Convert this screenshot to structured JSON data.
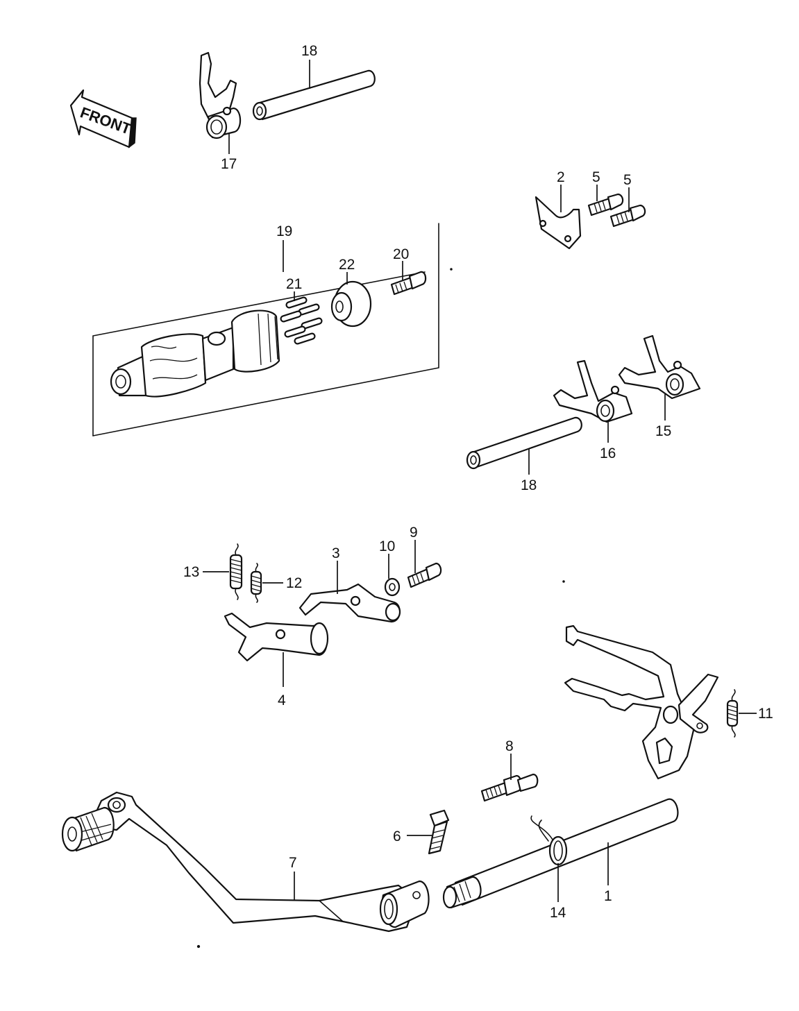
{
  "front_label": "FRONT",
  "callouts": {
    "c1": "1",
    "c2": "2",
    "c3": "3",
    "c4": "4",
    "c5a": "5",
    "c5b": "5",
    "c6": "6",
    "c7": "7",
    "c8": "8",
    "c9": "9",
    "c10": "10",
    "c11": "11",
    "c12": "12",
    "c13": "13",
    "c14": "14",
    "c15": "15",
    "c16": "16",
    "c17": "17",
    "c18a": "18",
    "c18b": "18",
    "c19": "19",
    "c20": "20",
    "c21": "21",
    "c22": "22"
  }
}
